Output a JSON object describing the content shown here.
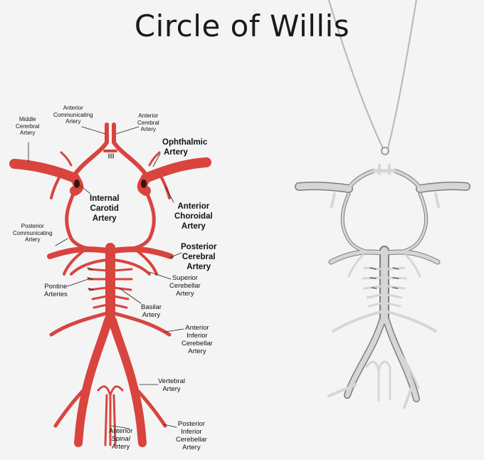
{
  "title": "Circle of Willis",
  "labels": {
    "middle_cerebral": [
      "Middle",
      "Cererbral",
      "Artery"
    ],
    "anterior_communicating": [
      "Anterior",
      "Communicating",
      "Artery"
    ],
    "anterior_cerebral": [
      "Anterior",
      "Cerebral",
      "Artery"
    ],
    "ophthalmic": [
      "Ophthalmic",
      "Artery"
    ],
    "internal_carotid": [
      "Internal",
      "Carotid",
      "Artery"
    ],
    "anterior_choroidal": [
      "Anterior",
      "Choroidal",
      "Artery"
    ],
    "posterior_communicating": [
      "Posterior",
      "Communicating",
      "Artery"
    ],
    "posterior_cerebral": [
      "Posterior",
      "Cerebral",
      "Artery"
    ],
    "superior_cerebellar": [
      "Superior",
      "Cerebellar",
      "Artery"
    ],
    "pontine": [
      "Pontine",
      "Arteries"
    ],
    "basilar": [
      "Basilar",
      "Artery"
    ],
    "anterior_inferior_cerebellar": [
      "Anterior",
      "Inferior",
      "Cerebellar",
      "Artery"
    ],
    "vertebral": [
      "Vertebral",
      "Artery"
    ],
    "posterior_inferior_cerebellar": [
      "Posterior",
      "Inferior",
      "Cerebellar",
      "Artery"
    ],
    "anterior_spinal": [
      "Anterior",
      "Spinal",
      "Artery"
    ]
  },
  "colors": {
    "artery": "#d9443f",
    "artery_dark": "#b52f2b",
    "silver": "#c9c9c9",
    "silver_dark": "#7d7d7d"
  }
}
